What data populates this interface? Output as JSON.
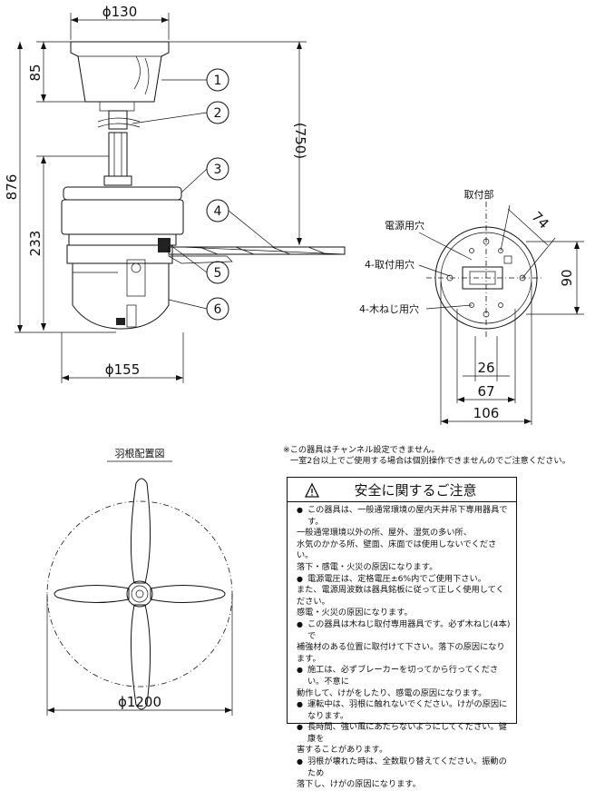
{
  "dimensions": {
    "top_width": "ϕ130",
    "motor_height": "85",
    "overall_height": "876",
    "pipe_length": "(750)",
    "body_height": "233",
    "body_width": "ϕ155",
    "mount_74": "74",
    "mount_90": "90",
    "mount_26": "26",
    "mount_67": "67",
    "mount_106": "106",
    "blade_span": "ϕ1200"
  },
  "callouts": [
    "1",
    "2",
    "3",
    "4",
    "5",
    "6"
  ],
  "mount_section": {
    "title": "取付部",
    "label_power_hole": "電源用穴",
    "label_mount_holes": "4-取付用穴",
    "label_screw_holes": "4-木ねじ用穴"
  },
  "blade_section": {
    "title": "羽根配置図"
  },
  "notes": {
    "line1": "※この器具はチャンネル設定できません。",
    "line2": "一室2台以上でご使用する場合は個別操作できませんのでご注意ください。"
  },
  "safety": {
    "title": "安全に関するご注意",
    "items": [
      {
        "first": "この器具は、一般通常環境の屋内天井吊下専用器具です。",
        "rest": [
          "一般通常環境以外の所、屋外、湿気の多い所、",
          "水気のかかる所、壁面、床面では使用しないでください。",
          "落下・感電・火災の原因になります。"
        ]
      },
      {
        "first": "電源電圧は、定格電圧±6%内でご使用下さい。",
        "rest": [
          "また、電源周波数は器具銘板に従って正しく使用してください。",
          "感電・火災の原因になります。"
        ]
      },
      {
        "first": "この器具は木ねじ取付専用器具です。必ず木ねじ(4本)で",
        "rest": [
          "補強材のある位置に取付けて下さい。落下の原因になります。"
        ]
      },
      {
        "first": "施工は、必ずブレーカーを切ってから行ってください。不意に",
        "rest": [
          "動作して、けがをしたり、感電の原因になります。"
        ]
      },
      {
        "first": "運転中は、羽根に触れないでください。けがの原因になります。",
        "rest": []
      },
      {
        "first": "長時間、強い風にあたらないようにしてください。健康を",
        "rest": [
          "害することがあります。"
        ]
      },
      {
        "first": "羽根が壊れた時は、全数取り替えてください。振動のため",
        "rest": [
          "落下し、けがの原因になります。"
        ]
      }
    ]
  }
}
